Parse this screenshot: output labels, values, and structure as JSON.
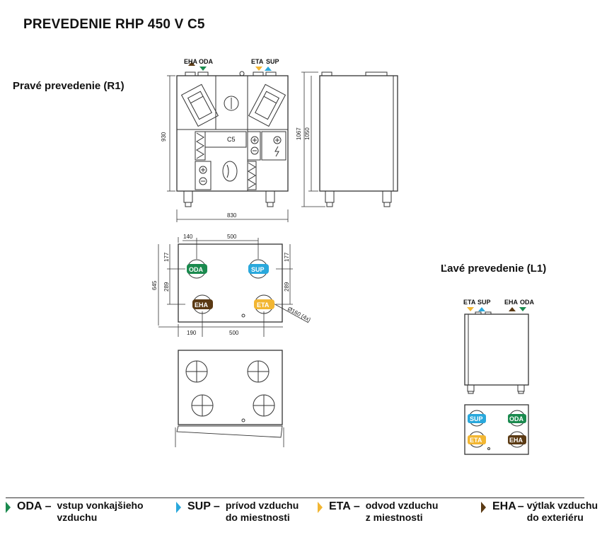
{
  "title": "PREVEDENIE RHP 450 V C5",
  "right_variant_label": "Pravé prevedenie (R1)",
  "left_variant_label": "Ľavé prevedenie (L1)",
  "ports": {
    "oda": {
      "code": "ODA",
      "color": "#1a8a4e"
    },
    "sup": {
      "code": "SUP",
      "color": "#29a8dc"
    },
    "eta": {
      "code": "ETA",
      "color": "#f2b632"
    },
    "eha": {
      "code": "EHA",
      "color": "#5b3a14"
    }
  },
  "front_view": {
    "top_labels": [
      "EHA",
      "ODA",
      "ETA",
      "SUP"
    ],
    "height_dim": "930",
    "width_dim": "830",
    "module_label": "C5"
  },
  "side_view": {
    "dims": [
      "1067",
      "1050"
    ]
  },
  "top_view": {
    "dims": {
      "top_offset": "140",
      "top_spacing": "500",
      "left_upper": "177",
      "right_upper": "177",
      "left_lower": "289",
      "right_lower": "289",
      "total_depth": "645",
      "bottom_offset": "190",
      "bottom_spacing": "500",
      "diameter": "Ø160 (4x)"
    }
  },
  "left_view": {
    "top_labels": [
      "ETA",
      "SUP",
      "EHA",
      "ODA"
    ]
  },
  "legend": [
    {
      "code": "ODA",
      "dash": "–",
      "desc_1": "vstup vonkajšieho",
      "desc_2": "vzduchu",
      "color": "#1a8a4e"
    },
    {
      "code": "SUP",
      "dash": "–",
      "desc_1": "prívod vzduchu",
      "desc_2": "do miestnosti",
      "color": "#29a8dc"
    },
    {
      "code": "ETA",
      "dash": "–",
      "desc_1": "odvod vzduchu",
      "desc_2": "z miestnosti",
      "color": "#f2b632"
    },
    {
      "code": "EHA",
      "dash": "–",
      "desc_1": "výtlak vzduchu",
      "desc_2": "do exteriéru",
      "color": "#5b3a14"
    }
  ]
}
